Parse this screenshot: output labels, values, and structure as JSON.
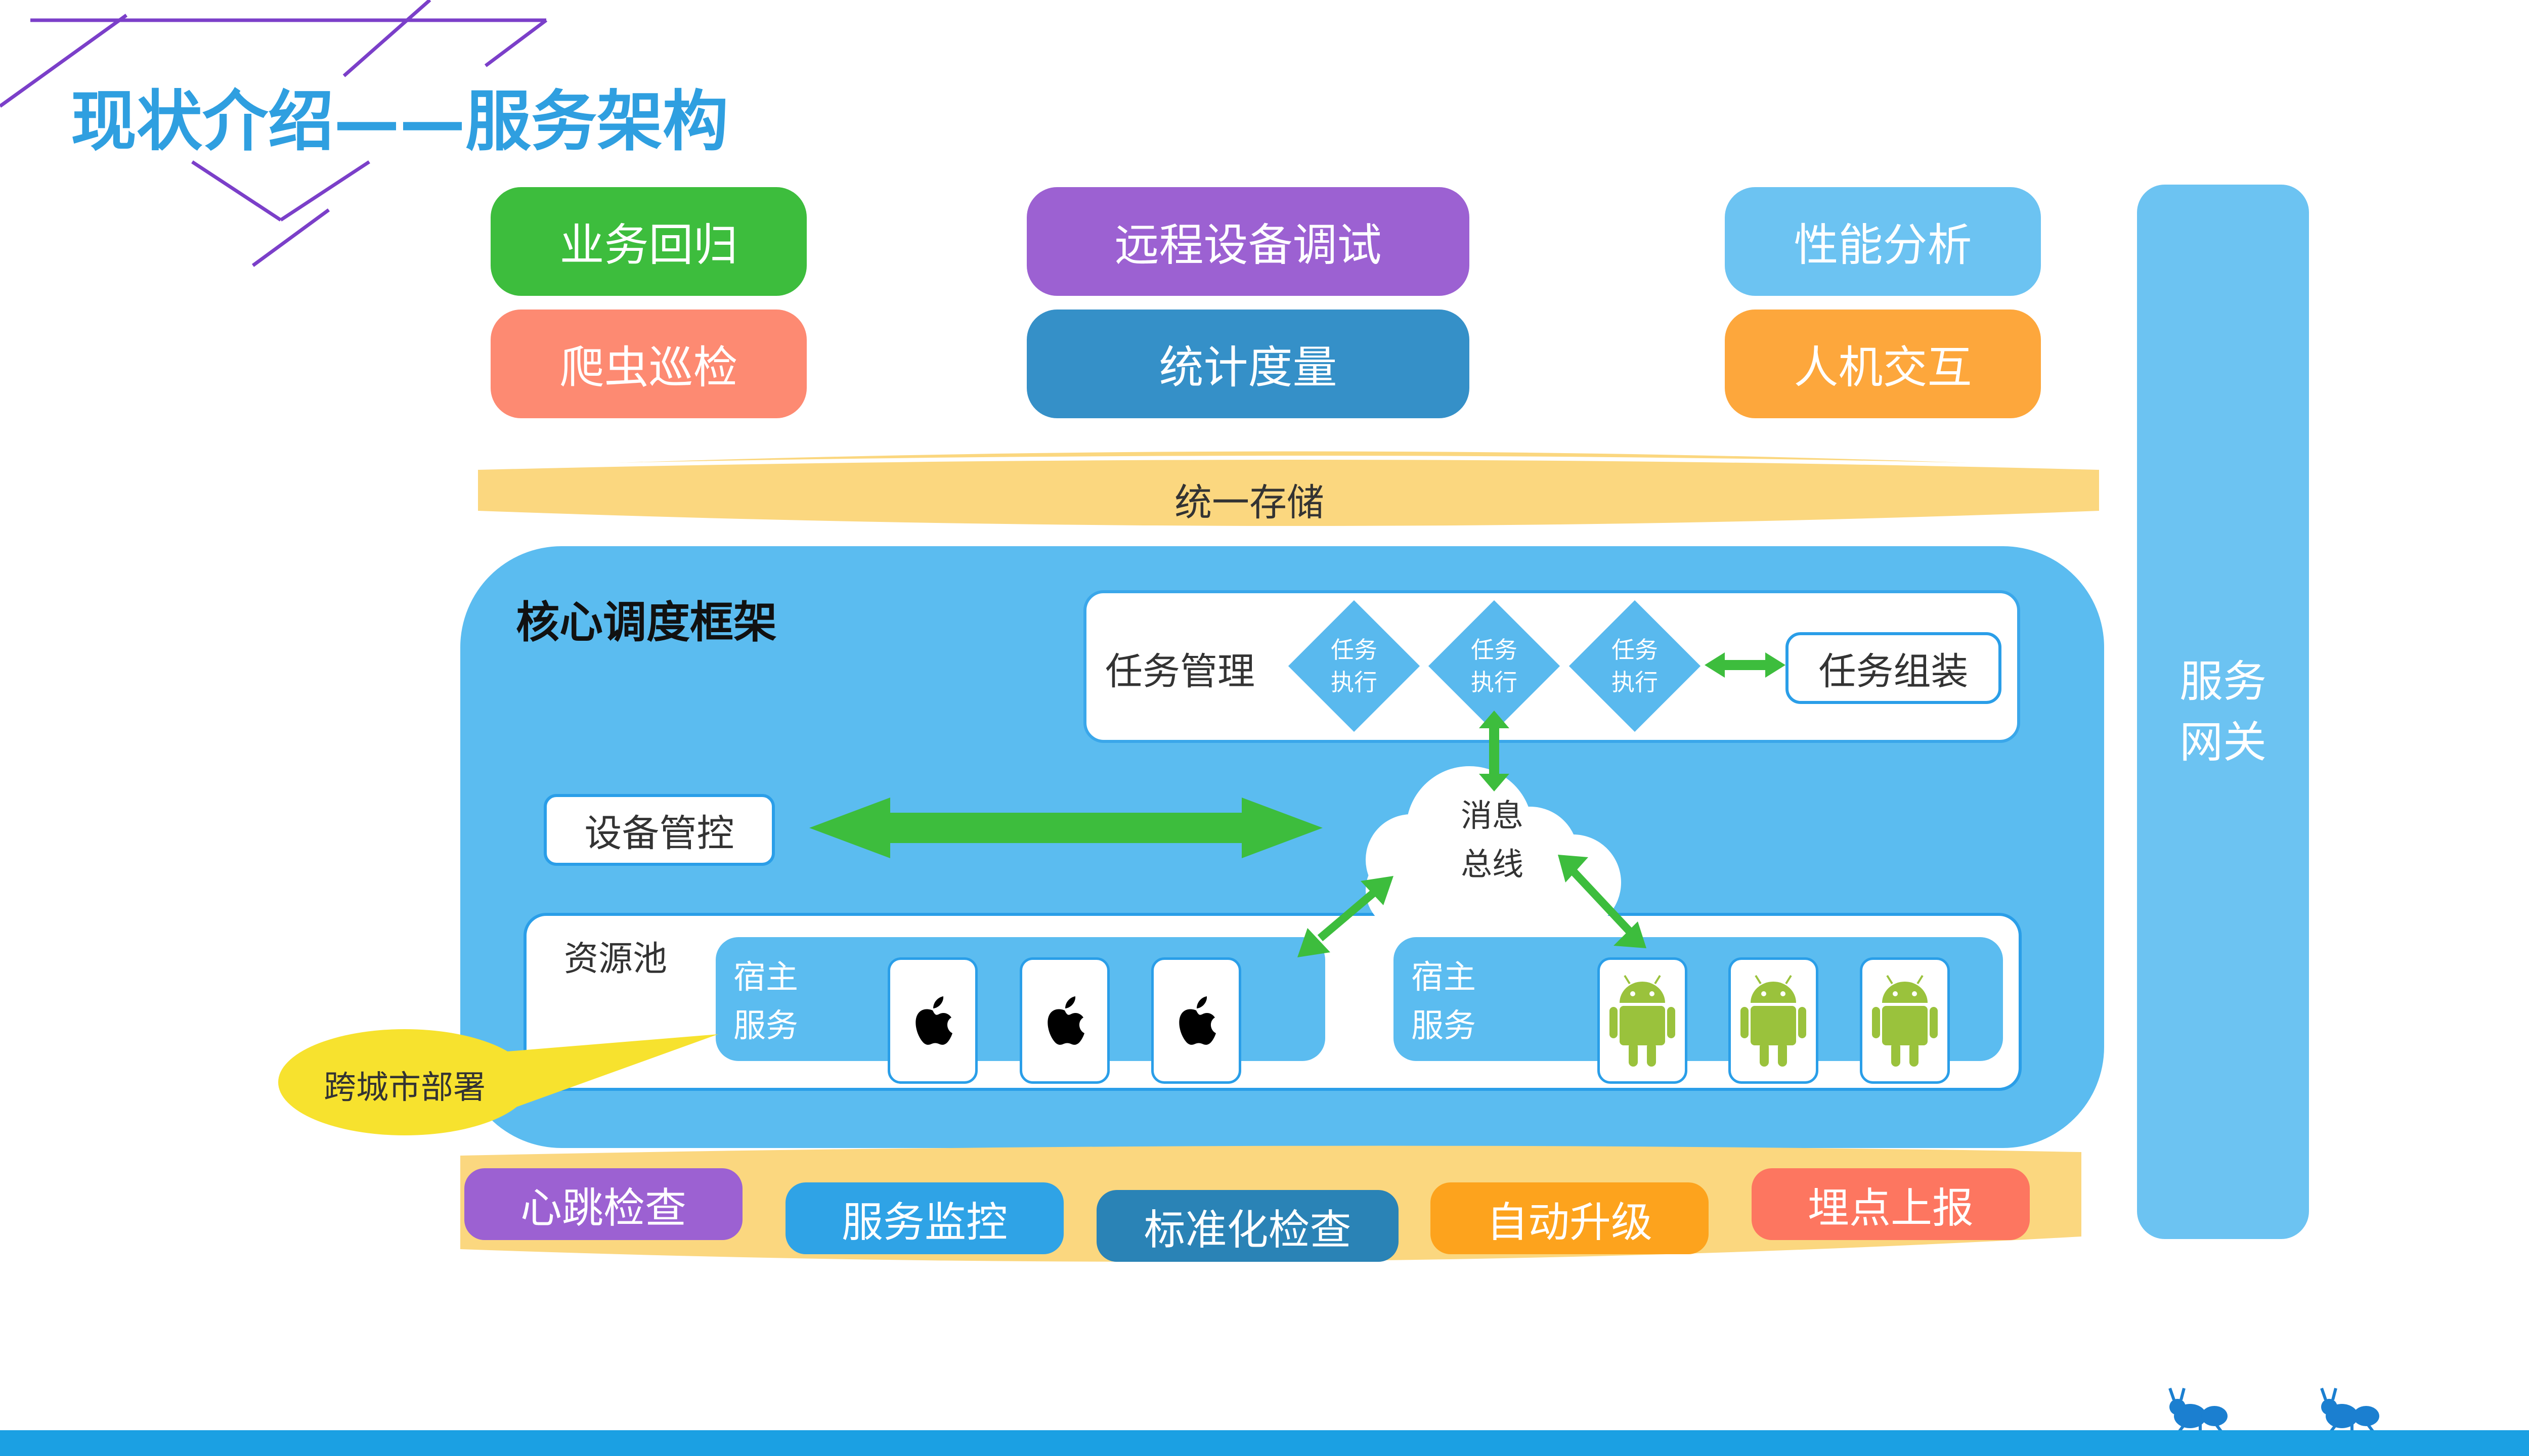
{
  "title": "现状介绍——服务架构",
  "colors": {
    "title_blue": "#2f9fe0",
    "purple_line": "#7b3fc9",
    "core_blue": "#5bbcf0",
    "storage_yellow": "#fbd77f",
    "footer_blue": "#1ba0e3"
  },
  "top_modules": [
    {
      "label": "业务回归",
      "color": "#3dbd3d"
    },
    {
      "label": "爬虫巡检",
      "color": "#fd8a72"
    },
    {
      "label": "远程设备调试",
      "color": "#9c61d2"
    },
    {
      "label": "统计度量",
      "color": "#3590c8"
    },
    {
      "label": "性能分析",
      "color": "#6cc3f2"
    },
    {
      "label": "人机交互",
      "color": "#fda73c"
    }
  ],
  "storage": {
    "label": "统一存储"
  },
  "gateway": {
    "line1": "服务",
    "line2": "网关"
  },
  "core": {
    "title": "核心调度框架",
    "task_mgmt": "任务管理",
    "task_exec": {
      "line1": "任务",
      "line2": "执行"
    },
    "task_assembly": "任务组装",
    "device_control": "设备管控",
    "message_bus": {
      "line1": "消息",
      "line2": "总线"
    },
    "resource_pool": "资源池",
    "host_service": {
      "line1": "宿主",
      "line2": "服务"
    },
    "ios_icon": "apple-logo-icon",
    "android_icon": "android-robot-icon"
  },
  "callout": "跨城市部署",
  "bottom_modules": [
    {
      "label": "心跳检查",
      "color": "#9c61d2"
    },
    {
      "label": "服务监控",
      "color": "#2fa3e6"
    },
    {
      "label": "标准化检查",
      "color": "#2a83b6"
    },
    {
      "label": "自动升级",
      "color": "#fda31d"
    },
    {
      "label": "埋点上报",
      "color": "#fd7660"
    }
  ],
  "footer_icons": [
    "ant-logo-icon",
    "ant-logo-icon"
  ]
}
